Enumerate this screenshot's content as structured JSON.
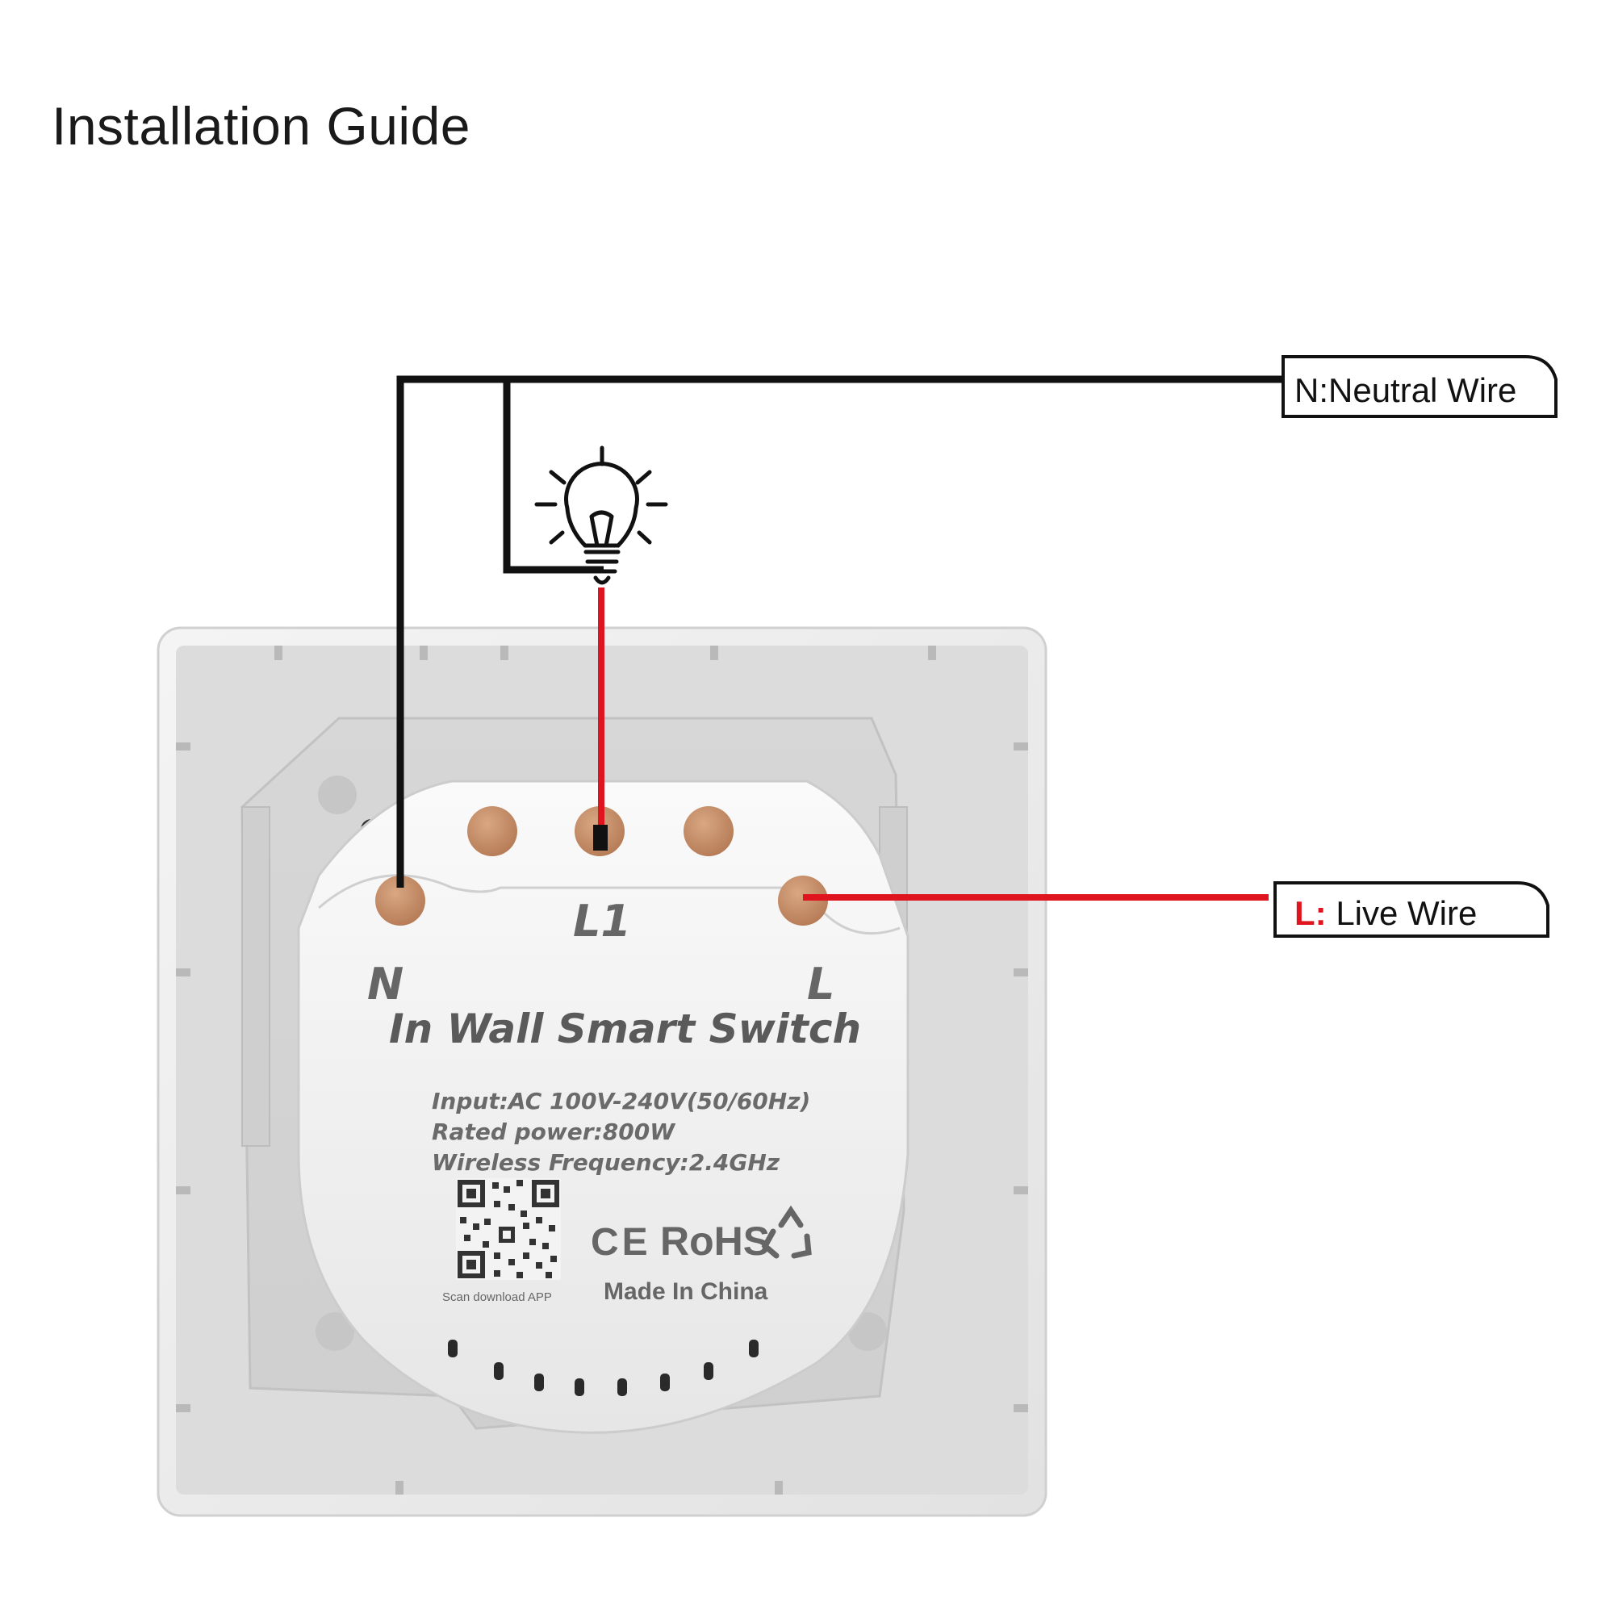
{
  "title": "Installation Guide",
  "callouts": {
    "neutral": "N:Neutral Wire",
    "live_prefix": "L:",
    "live_text": " Live Wire"
  },
  "terminals": {
    "n": "N",
    "l1": "L1",
    "l": "L"
  },
  "device": {
    "name": "In Wall Smart Switch",
    "spec_input": "Input:AC 100V-240V(50/60Hz)",
    "spec_power": "Rated power:800W",
    "spec_wireless": "Wireless Frequency:2.4GHz",
    "qr_caption": "Scan download APP",
    "ce_mark": "CE",
    "rohs_mark": "RoHS",
    "made_in": "Made In China"
  },
  "colors": {
    "neutral_wire": "#111111",
    "live_wire": "#e0141e",
    "terminal": "#c8906a",
    "panel": "#d9d9d9",
    "module": "#ececec"
  },
  "icons": {
    "bulb": "light-bulb-icon",
    "recycle": "recycle-icon",
    "qr": "qr-code"
  }
}
